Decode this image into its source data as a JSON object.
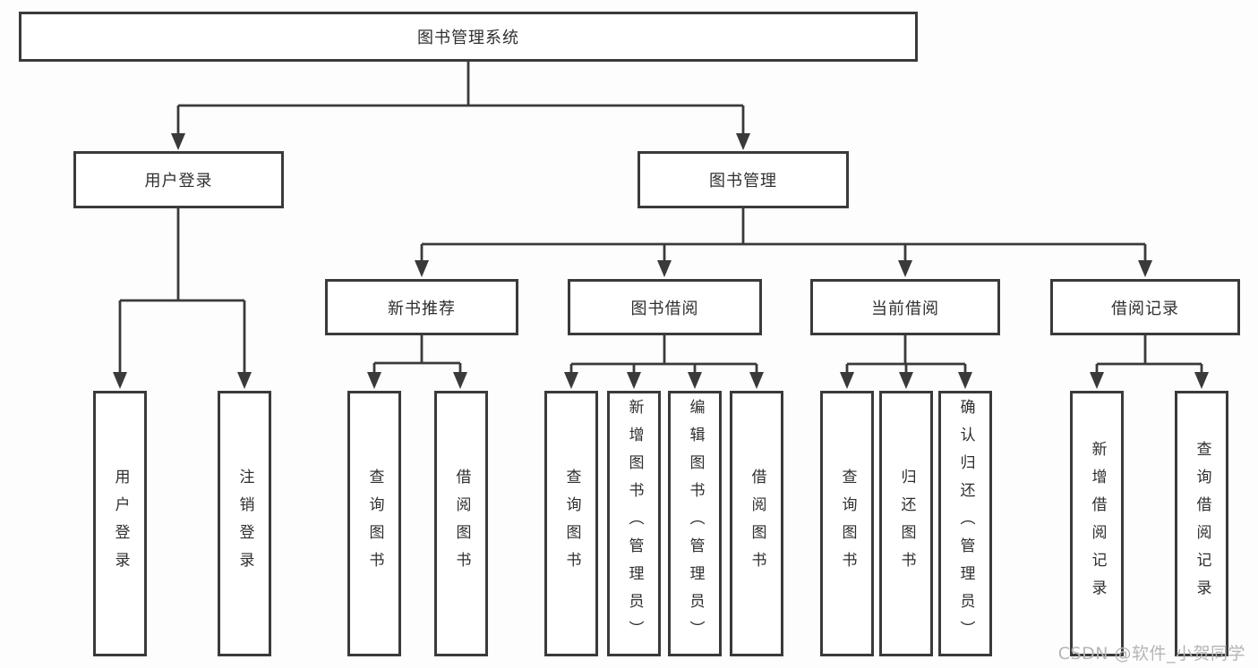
{
  "labels": {
    "root": "图书管理系统",
    "user_login": "用户登录",
    "book_mgmt": "图书管理",
    "new_book_rec": "新书推荐",
    "book_borrow": "图书借阅",
    "current_borrow": "当前借阅",
    "borrow_records": "借阅记录",
    "leaf_user_login": "用户登录",
    "leaf_logout": "注销登录",
    "leaf_query_book_a": "查询图书",
    "leaf_borrow_book_a": "借阅图书",
    "leaf_query_book_b": "查询图书",
    "leaf_add_book_admin": "新增图书（管理员）",
    "leaf_edit_book_admin": "编辑图书（管理员）",
    "leaf_borrow_book_b": "借阅图书",
    "leaf_query_book_c": "查询图书",
    "leaf_return_book": "归还图书",
    "leaf_confirm_return_admin": "确认归还（管理员）",
    "leaf_add_borrow_record": "新增借阅记录",
    "leaf_query_borrow_record": "查询借阅记录"
  },
  "watermark": {
    "text": "CSDN @软件_小贺同学"
  },
  "colors": {
    "line": "#3a3a3a",
    "text": "#2f2f2f",
    "box_background": "#ffffff",
    "page_background": "#fdfdfd",
    "watermark": "#b5b5b5"
  }
}
